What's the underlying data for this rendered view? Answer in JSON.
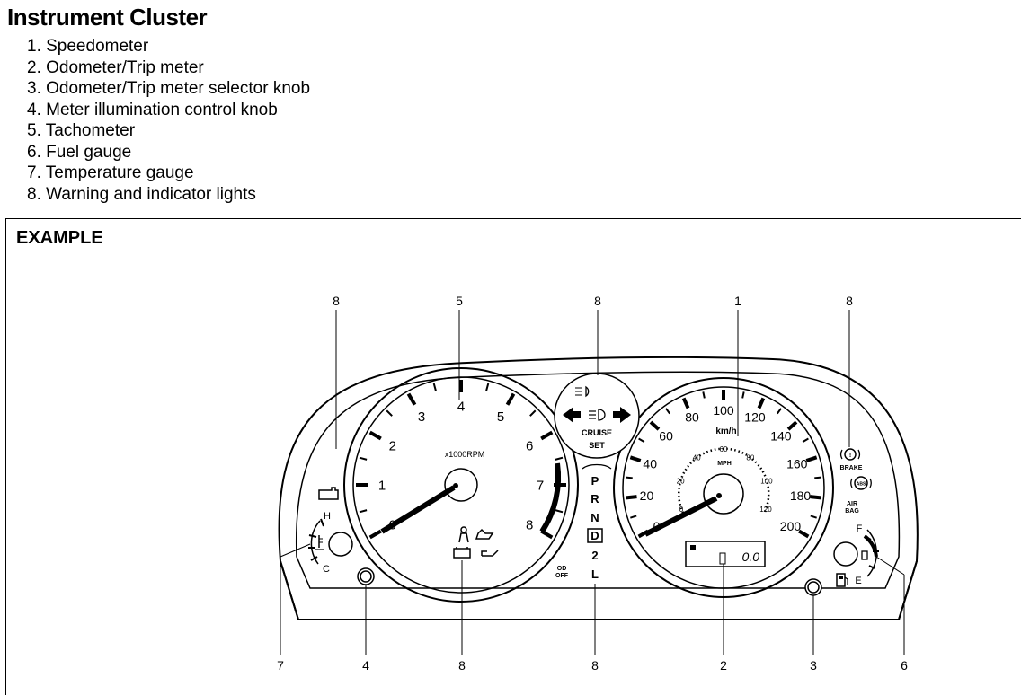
{
  "title": "Instrument Cluster",
  "items": [
    "1. Speedometer",
    "2. Odometer/Trip meter",
    "3. Odometer/Trip meter selector knob",
    "4. Meter illumination control knob",
    "5. Tachometer",
    "6. Fuel gauge",
    "7. Temperature gauge",
    "8. Warning and indicator lights"
  ],
  "example_label": "EXAMPLE",
  "callouts_top": [
    "8",
    "5",
    "8",
    "1",
    "8"
  ],
  "callouts_bottom": [
    "7",
    "4",
    "8",
    "8",
    "2",
    "3",
    "6"
  ],
  "tachometer": {
    "numbers": [
      "0",
      "1",
      "2",
      "3",
      "4",
      "5",
      "6",
      "7",
      "8"
    ],
    "unit": "x1000RPM"
  },
  "speedometer": {
    "kmh_numbers": [
      "0",
      "20",
      "40",
      "60",
      "80",
      "100",
      "120",
      "140",
      "160",
      "180",
      "200"
    ],
    "kmh_unit": "km/h",
    "mph_numbers": [
      "0",
      "20",
      "40",
      "60",
      "80",
      "100",
      "120"
    ],
    "mph_unit": "MPH"
  },
  "odometer_display": "0.0",
  "cruise_labels": [
    "CRUISE",
    "SET"
  ],
  "gear_positions": [
    "P",
    "R",
    "N",
    "D",
    "2",
    "L"
  ],
  "od_off_label": [
    "OD",
    "OFF"
  ],
  "temp_labels": [
    "H",
    "C"
  ],
  "fuel_labels": [
    "F",
    "E"
  ],
  "brake_label": "BRAKE",
  "abs_label": "ABS",
  "airbag_label": [
    "AIR",
    "BAG"
  ]
}
